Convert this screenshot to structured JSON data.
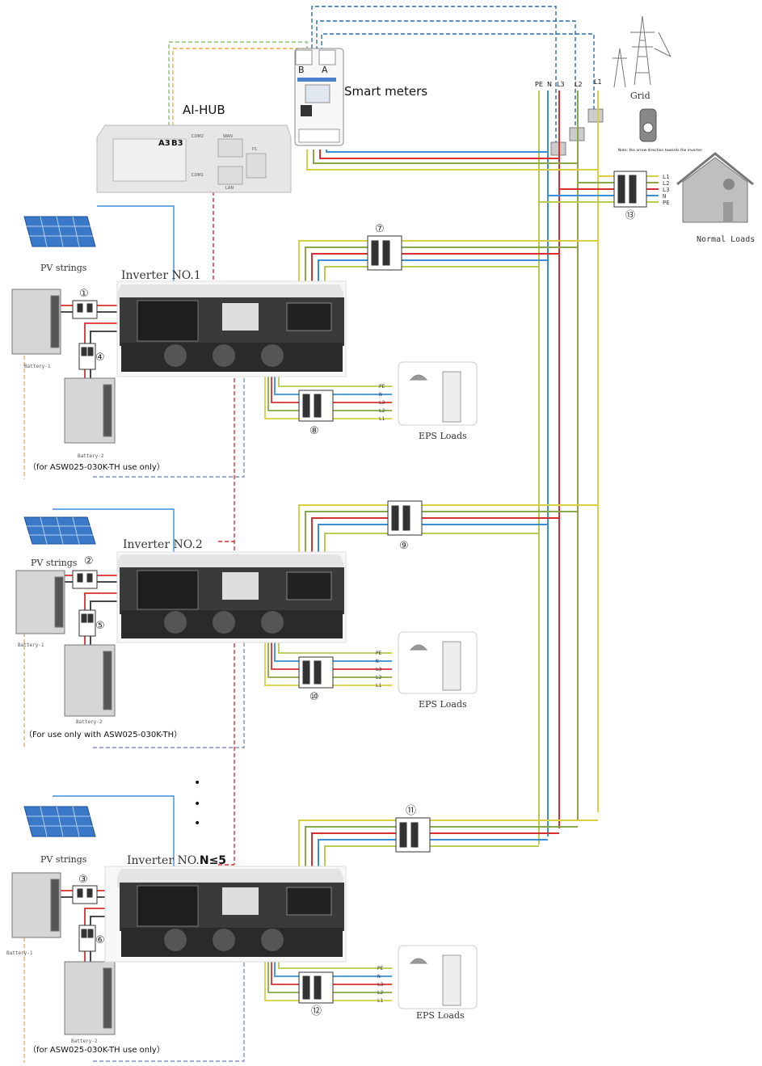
{
  "labels": {
    "ai_hub": "AI-HUB",
    "smart_meters": "Smart meters",
    "grid": "Grid",
    "normal_loads": "Normal Loads",
    "ct_note": "Note: the arrow direction towards the inverter",
    "pv_strings": "PV strings",
    "eps_loads": "EPS Loads",
    "battery_1": "Battery-1",
    "battery_2": "Battery-2",
    "terminal_a3": "A3",
    "terminal_b3": "B3",
    "meter_b": "B",
    "meter_a": "A",
    "hub_com2": "COM2",
    "hub_com1": "COM1",
    "hub_wan": "WAN",
    "hub_lan": "LAN",
    "hub_p1": "P1",
    "continuation_dots": "•"
  },
  "grid_lines": [
    "PE",
    "N",
    "L3",
    "L2",
    "L1"
  ],
  "load_lines": [
    "L1",
    "L2",
    "L3",
    "N",
    "PE"
  ],
  "eps_lines": [
    "PE",
    "N",
    "L3",
    "L2",
    "L1"
  ],
  "breakers": {
    "b1": "①",
    "b2": "②",
    "b3": "③",
    "b4": "④",
    "b5": "⑤",
    "b6": "⑥",
    "b7": "⑦",
    "b8": "⑧",
    "b9": "⑨",
    "b10": "⑩",
    "b11": "⑪",
    "b12": "⑫",
    "b13": "⑬"
  },
  "inverters": [
    {
      "title": "Inverter NO.1",
      "suffix": "",
      "note": "（for ASW025-030K-TH use only）"
    },
    {
      "title": "Inverter NO.2",
      "suffix": "",
      "note": "（For use only with ASW025-030K-TH）"
    },
    {
      "title": "Inverter NO.",
      "suffix": "N≤5",
      "note": "（for ASW025-030K-TH use only）"
    }
  ],
  "colors": {
    "pe": "#b8cc52",
    "n": "#3a8fd8",
    "l3": "#d83030",
    "l2": "#8aa848",
    "l1": "#d8d040",
    "comm_blue": "#2b6cb0",
    "comm_green": "#8cc060",
    "comm_orange": "#e8a850",
    "comm_red": "#d83030",
    "inverter_body": "#333333",
    "inverter_top": "#eeeeee"
  }
}
